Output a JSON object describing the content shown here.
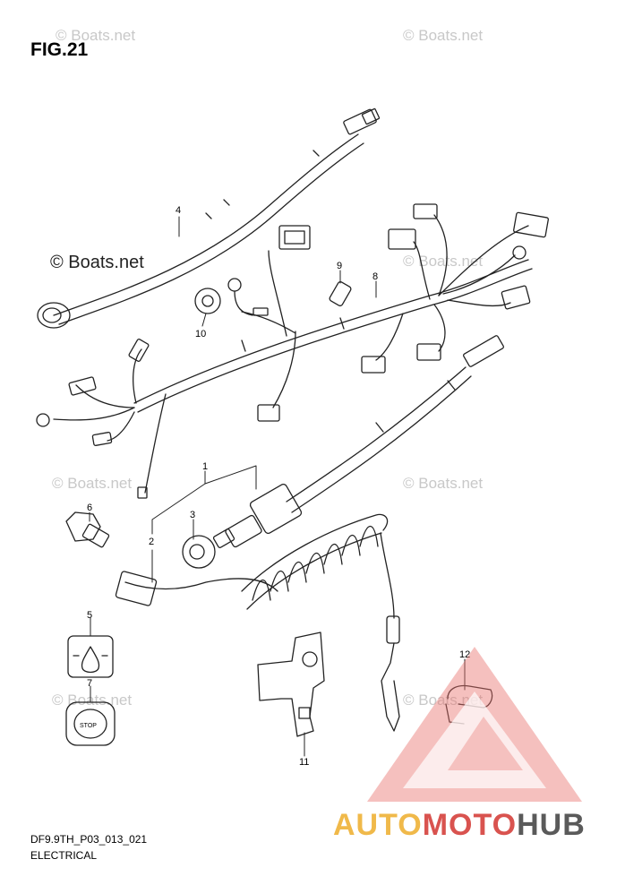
{
  "figure": {
    "title": "FIG.21",
    "code": "DF9.9TH_P03_013_021",
    "category": "ELECTRICAL"
  },
  "watermarks": [
    "© Boats.net"
  ],
  "brand": {
    "part1": "AUTO",
    "part2": "MOTO",
    "part3": "HUB"
  },
  "callouts": [
    "1",
    "2",
    "3",
    "4",
    "5",
    "6",
    "7",
    "8",
    "9",
    "10",
    "11",
    "12"
  ],
  "labels": {
    "stop": "STOP"
  },
  "colors": {
    "line": "#222222",
    "watermark": "#c8c8c8",
    "logo_red": "#e8736e",
    "logo_gold": "#f0b94a"
  }
}
